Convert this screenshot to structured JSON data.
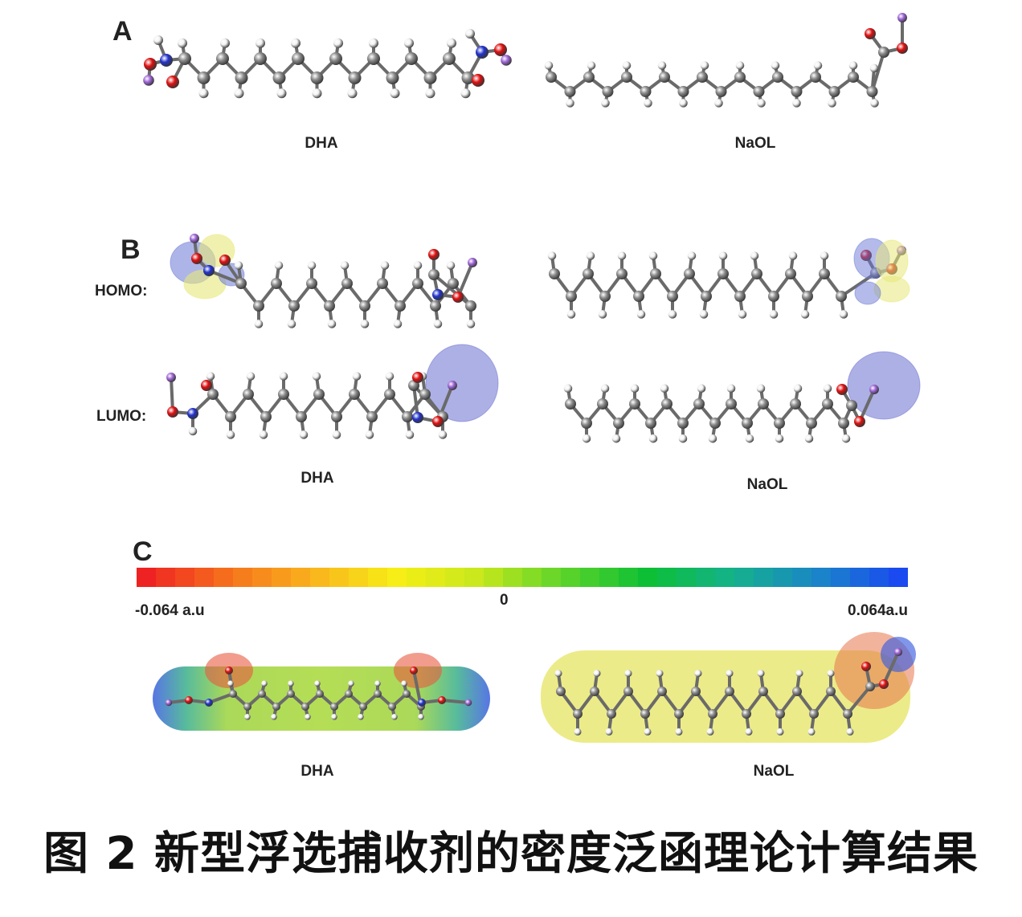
{
  "panels": {
    "a": {
      "letter": "A",
      "left_label": "DHA",
      "right_label": "NaOL"
    },
    "b": {
      "letter": "B",
      "homo_label": "HOMO:",
      "lumo_label": "LUMO:",
      "left_label": "DHA",
      "right_label": "NaOL"
    },
    "c": {
      "letter": "C",
      "scale_min": "-0.064 a.u",
      "scale_mid": "0",
      "scale_max": "0.064a.u",
      "left_label": "DHA",
      "right_label": "NaOL"
    }
  },
  "colors": {
    "carbon": "#8a8a8a",
    "hydrogen": "#f2f2f2",
    "oxygen": "#e01010",
    "nitrogen": "#2233cc",
    "sodium": "#a066d8",
    "homo_pos": "#e8e87a",
    "homo_neg": "#6a78d6",
    "lumo": "#6a70d0"
  },
  "colorbar": [
    "#ee2222",
    "#f6731c",
    "#f9b41c",
    "#f6ee16",
    "#c6e81c",
    "#5cd42a",
    "#0cbf34",
    "#14b28a",
    "#1a88c6",
    "#1a4af0"
  ],
  "caption": "图 2  新型浮选捕收剂的密度泛函理论计算结果"
}
